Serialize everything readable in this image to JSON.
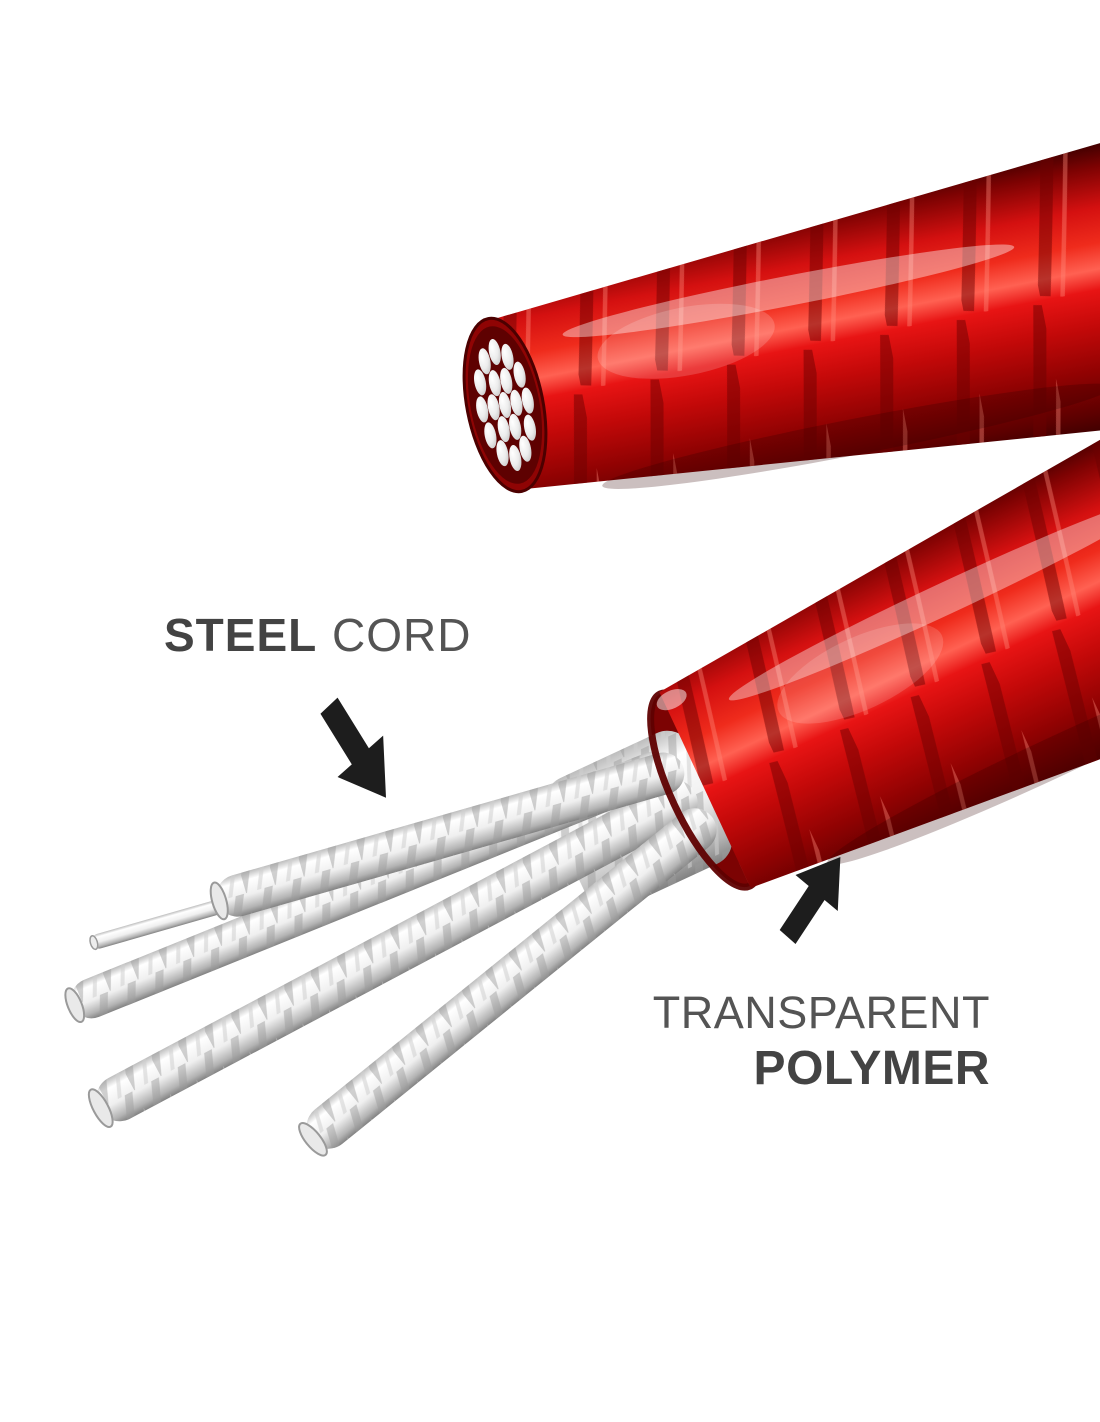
{
  "labels": {
    "steel_cord_bold": "STEEL",
    "steel_cord_regular": "CORD",
    "polymer_line1": "TRANSPARENT",
    "polymer_line2": "POLYMER"
  },
  "colors": {
    "background": "#ffffff",
    "label_text": "#545454",
    "label_text_bold": "#434343",
    "arrow": "#1d1d1d",
    "cable_red": "#d91010",
    "cable_red_dark": "#4a0000",
    "cable_red_highlight": "#ff6152",
    "steel_light": "#f4f4f4",
    "steel_dark": "#8a8a8a"
  }
}
